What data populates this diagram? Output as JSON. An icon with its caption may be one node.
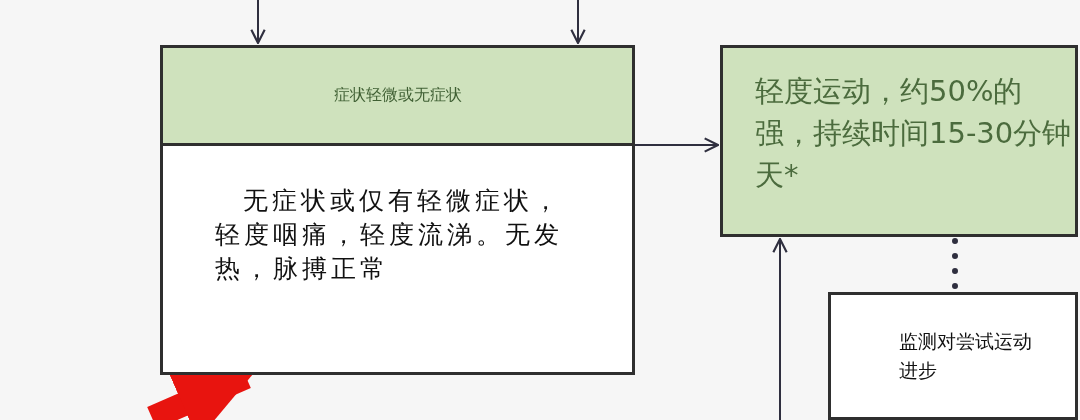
{
  "diagram": {
    "nodes": [
      {
        "text": [
          "症状轻微或无症状",
          "无症状或仅有轻微症状，轻度咽痛，轻度流涕。无发热，脉搏正常"
        ]
      },
      {
        "text": [
          "轻度运动，约50%的强，持续时间15-30分钟天*"
        ]
      },
      {
        "text": [
          "监测对尝试运动进步"
        ]
      }
    ],
    "edges": [
      {
        "from": null,
        "to": 0,
        "arrow": "to"
      },
      {
        "from": null,
        "to": 0,
        "arrow": "to"
      },
      {
        "from": 0,
        "to": 1,
        "arrow": "to"
      },
      {
        "from": null,
        "to": 1,
        "arrow": "to"
      },
      {
        "from": 1,
        "to": 2,
        "arrow": "none",
        "style": "dashed"
      },
      {
        "from": null,
        "to": 0,
        "arrow": "to",
        "style": "thick",
        "color": "#e8140f"
      }
    ]
  }
}
